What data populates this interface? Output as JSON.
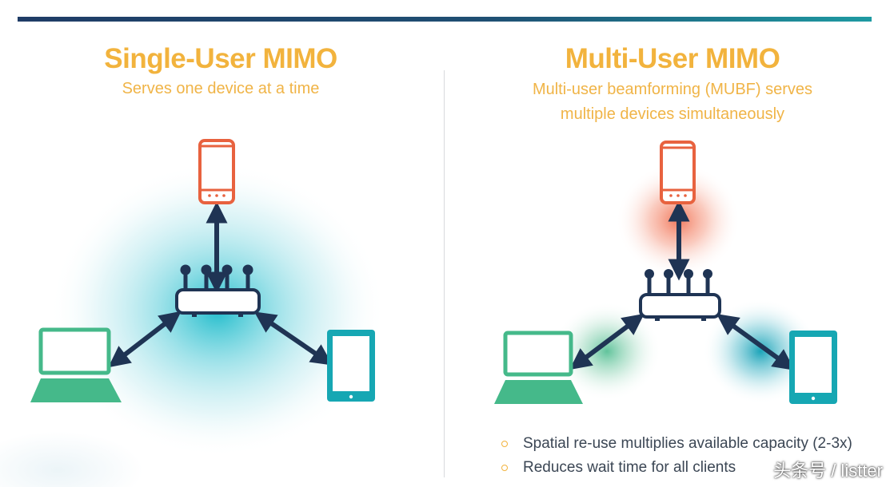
{
  "left": {
    "title": "Single-User MIMO",
    "subtitle": "Serves one device at a time"
  },
  "right": {
    "title": "Multi-User MIMO",
    "subtitle_line1": "Multi-user beamforming (MUBF) serves",
    "subtitle_line2": "multiple devices simultaneously",
    "bullets": [
      "Spatial re-use multiplies available capacity (2-3x)",
      "Reduces wait time for all clients"
    ]
  },
  "watermark": "头条号 / listter",
  "colors": {
    "title": "#f2b33d",
    "phone": "#e8623f",
    "laptop": "#45b98a",
    "tablet": "#16a7b3",
    "router": "#1f3454",
    "arrow": "#1f3454",
    "bar": "#1f4f73"
  },
  "icons": [
    "router-icon",
    "phone-icon",
    "laptop-icon",
    "tablet-icon",
    "arrow-icon"
  ]
}
